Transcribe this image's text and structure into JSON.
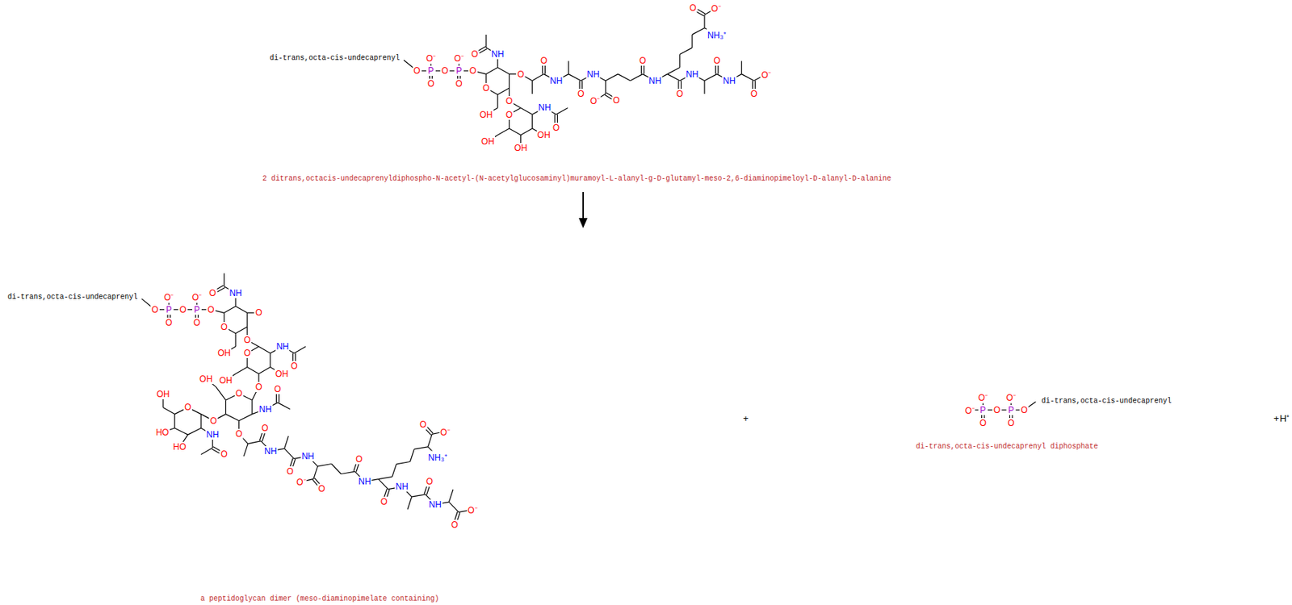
{
  "diagram": {
    "labels": [
      "di-trans,octa-cis-undecaprenyl",
      "O",
      "P",
      "O⁻",
      "O",
      "O",
      "P",
      "O⁻",
      "O",
      "O",
      "O",
      "NH",
      "O",
      "O",
      "O",
      "OH",
      "O",
      "NH",
      "O",
      "OH",
      "OH",
      "OH",
      "O",
      "NH",
      "O",
      "NH",
      "O⁻",
      "O",
      "O",
      "NH",
      "NH₃⁺",
      "O⁻",
      "O",
      "O",
      "NH",
      "O",
      "NH",
      "O⁻",
      "O",
      "2 ditrans,octacis-undecaprenyldiphospho-N-acetyl-(N-acetylglucosaminyl)muramoyl-L-alanyl-g-D-glutamyl-meso-2,6-diaminopimeloyl-D-alanyl-D-alanine",
      "di-trans,octa-cis-undecaprenyl",
      "O",
      "P",
      "O⁻",
      "O",
      "O",
      "P",
      "O⁻",
      "O",
      "O",
      "O",
      "NH",
      "O",
      "O",
      "O",
      "OH",
      "O",
      "NH",
      "O",
      "OH",
      "O",
      "OH",
      "O",
      "NH",
      "O",
      "O",
      "OH",
      "O",
      "O",
      "NH",
      "O",
      "HO",
      "HO",
      "OH",
      "O",
      "NH",
      "O",
      "NH",
      "O⁻",
      "O",
      "O",
      "NH",
      "NH₃⁺",
      "O⁻",
      "O",
      "O",
      "NH",
      "O",
      "NH",
      "O⁻",
      "O",
      "a peptidoglycan dimer (meso-diaminopimelate containing)",
      "+",
      "O⁻",
      "P",
      "O⁻",
      "O",
      "O",
      "P",
      "O⁻",
      "O",
      "O",
      "di-trans,octa-cis-undecaprenyl",
      "di-trans,octa-cis-undecaprenyl diphosphate",
      "+",
      "H⁺"
    ]
  }
}
